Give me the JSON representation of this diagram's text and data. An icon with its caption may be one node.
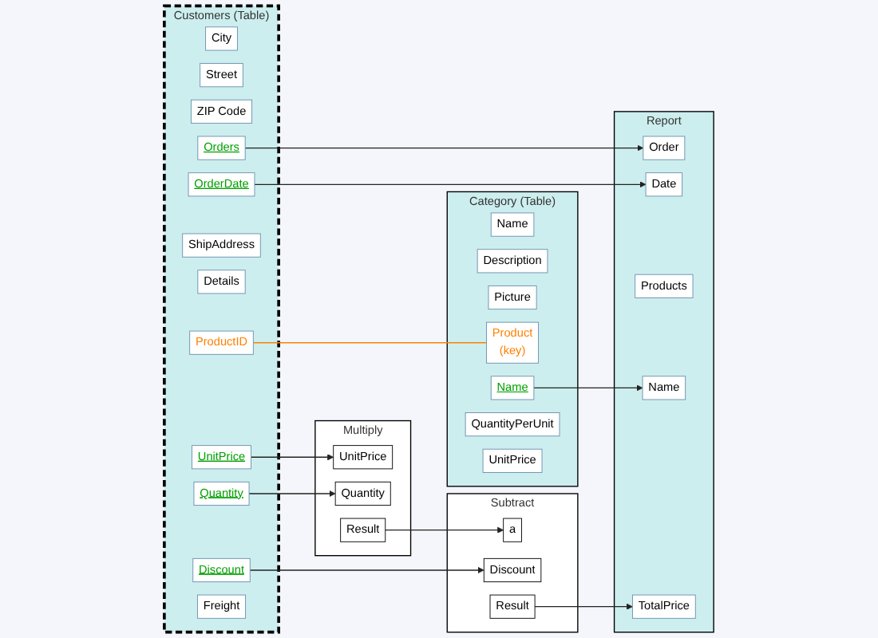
{
  "diagram": {
    "nodes": [
      {
        "text": [
          "Customers",
          "(Table)"
        ]
      },
      {
        "text": [
          "City"
        ],
        "in": 0
      },
      {
        "text": [
          "Street"
        ],
        "in": 0
      },
      {
        "text": [
          "ZIP Code"
        ],
        "in": 0
      },
      {
        "text": [
          "Orders"
        ],
        "in": 0
      },
      {
        "text": [
          "OrderDate"
        ],
        "in": 0
      },
      {
        "text": [
          "ShipAddress"
        ],
        "in": 0
      },
      {
        "text": [
          "Details"
        ],
        "in": 0
      },
      {
        "text": [
          "ProductID"
        ],
        "in": 0
      },
      {
        "text": [
          "UnitPrice"
        ],
        "in": 0
      },
      {
        "text": [
          "Quantity"
        ],
        "in": 0
      },
      {
        "text": [
          "Discount"
        ],
        "in": 0
      },
      {
        "text": [
          "Freight"
        ],
        "in": 0
      },
      {
        "text": [
          "Category",
          "(Table)"
        ]
      },
      {
        "text": [
          "Name"
        ],
        "in": 13
      },
      {
        "text": [
          "Description"
        ],
        "in": 13
      },
      {
        "text": [
          "Picture"
        ],
        "in": 13
      },
      {
        "text": [
          "Product",
          "(key)"
        ],
        "in": 13
      },
      {
        "text": [
          "Name"
        ],
        "in": 13
      },
      {
        "text": [
          "QuantityPerUnit"
        ],
        "in": 13
      },
      {
        "text": [
          "UnitPrice"
        ],
        "in": 13
      },
      {
        "text": [
          "Report"
        ]
      },
      {
        "text": [
          "Order"
        ],
        "in": 21
      },
      {
        "text": [
          "Date"
        ],
        "in": 21
      },
      {
        "text": [
          "Products"
        ],
        "in": 21
      },
      {
        "text": [
          "Name"
        ],
        "in": 21
      },
      {
        "text": [
          "TotalPrice"
        ],
        "in": 21
      },
      {
        "text": [
          "Multiply"
        ]
      },
      {
        "text": [
          "UnitPrice"
        ],
        "in": 27
      },
      {
        "text": [
          "Quantity"
        ],
        "in": 27
      },
      {
        "text": [
          "Result"
        ],
        "in": 27
      },
      {
        "text": [
          "Subtract"
        ]
      },
      {
        "text": [
          "a"
        ],
        "in": 31
      },
      {
        "text": [
          "Discount"
        ],
        "in": 31
      },
      {
        "text": [
          "Result"
        ],
        "in": 31
      }
    ],
    "edges": [
      {
        "from": 8,
        "to": 17,
        "arrow": "none",
        "color": "#ff8000"
      },
      {
        "from": 4,
        "to": 22,
        "arrow": "to"
      },
      {
        "from": 5,
        "to": 23,
        "arrow": "to"
      },
      {
        "from": 18,
        "to": 25,
        "arrow": "to"
      },
      {
        "from": 9,
        "to": 28,
        "arrow": "to"
      },
      {
        "from": 10,
        "to": 29,
        "arrow": "to"
      },
      {
        "from": 11,
        "to": 33,
        "arrow": "to"
      },
      {
        "from": 30,
        "to": 32,
        "arrow": "to"
      },
      {
        "from": 34,
        "to": 26,
        "arrow": "to"
      }
    ]
  }
}
